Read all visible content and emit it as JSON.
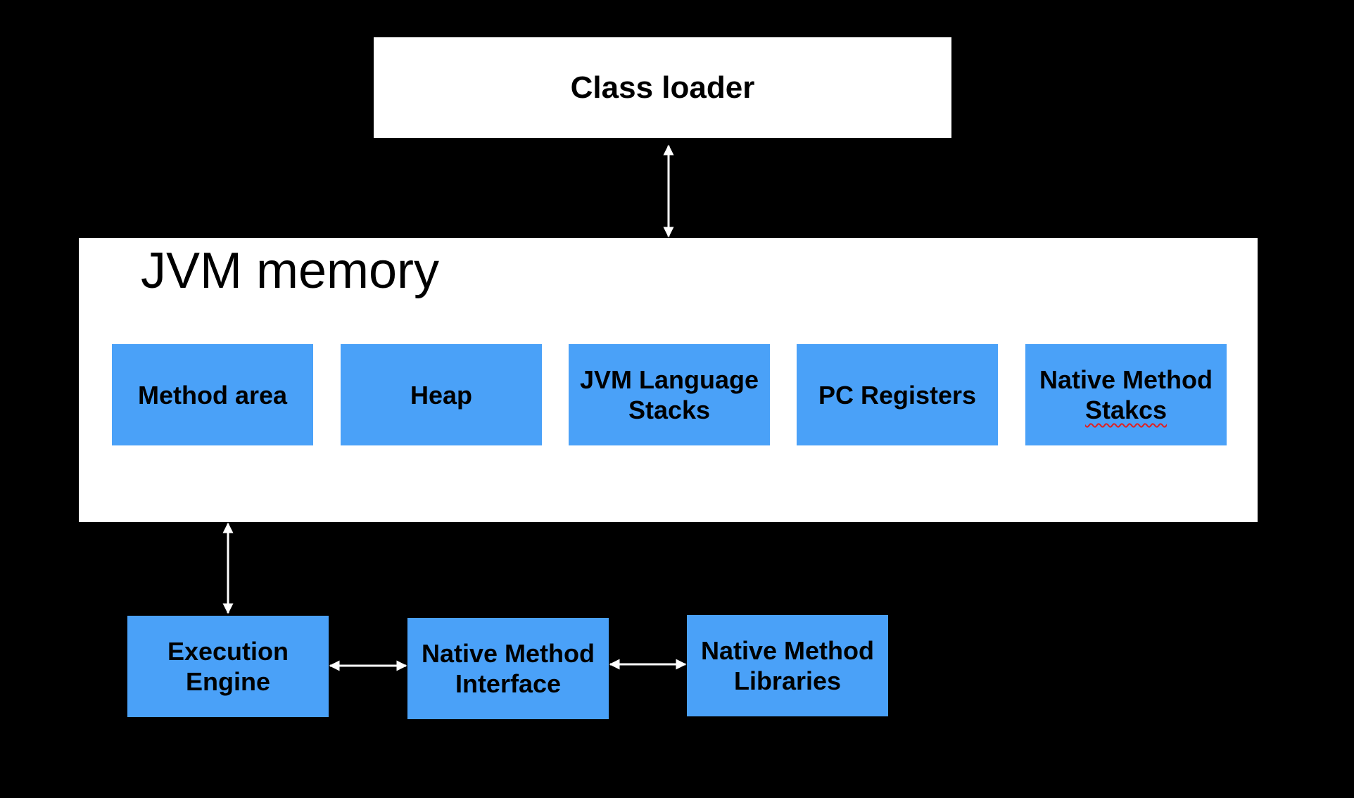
{
  "class_loader": {
    "label": "Class loader"
  },
  "jvm_memory": {
    "title": "JVM memory",
    "areas": [
      {
        "label": "Method area"
      },
      {
        "label": "Heap"
      },
      {
        "label_line1": "JVM Language",
        "label_line2": "Stacks"
      },
      {
        "label": "PC Registers"
      },
      {
        "label_line1": "Native Method",
        "label_line2": "Stakcs"
      }
    ]
  },
  "execution_engine": {
    "label_line1": "Execution",
    "label_line2": "Engine"
  },
  "native_method_interface": {
    "label_line1": "Native Method",
    "label_line2": "Interface"
  },
  "native_method_libraries": {
    "label_line1": "Native Method",
    "label_line2": "Libraries"
  },
  "colors": {
    "background": "#000000",
    "container": "#ffffff",
    "component": "#4aa1f8",
    "connector": "#ffffff"
  }
}
